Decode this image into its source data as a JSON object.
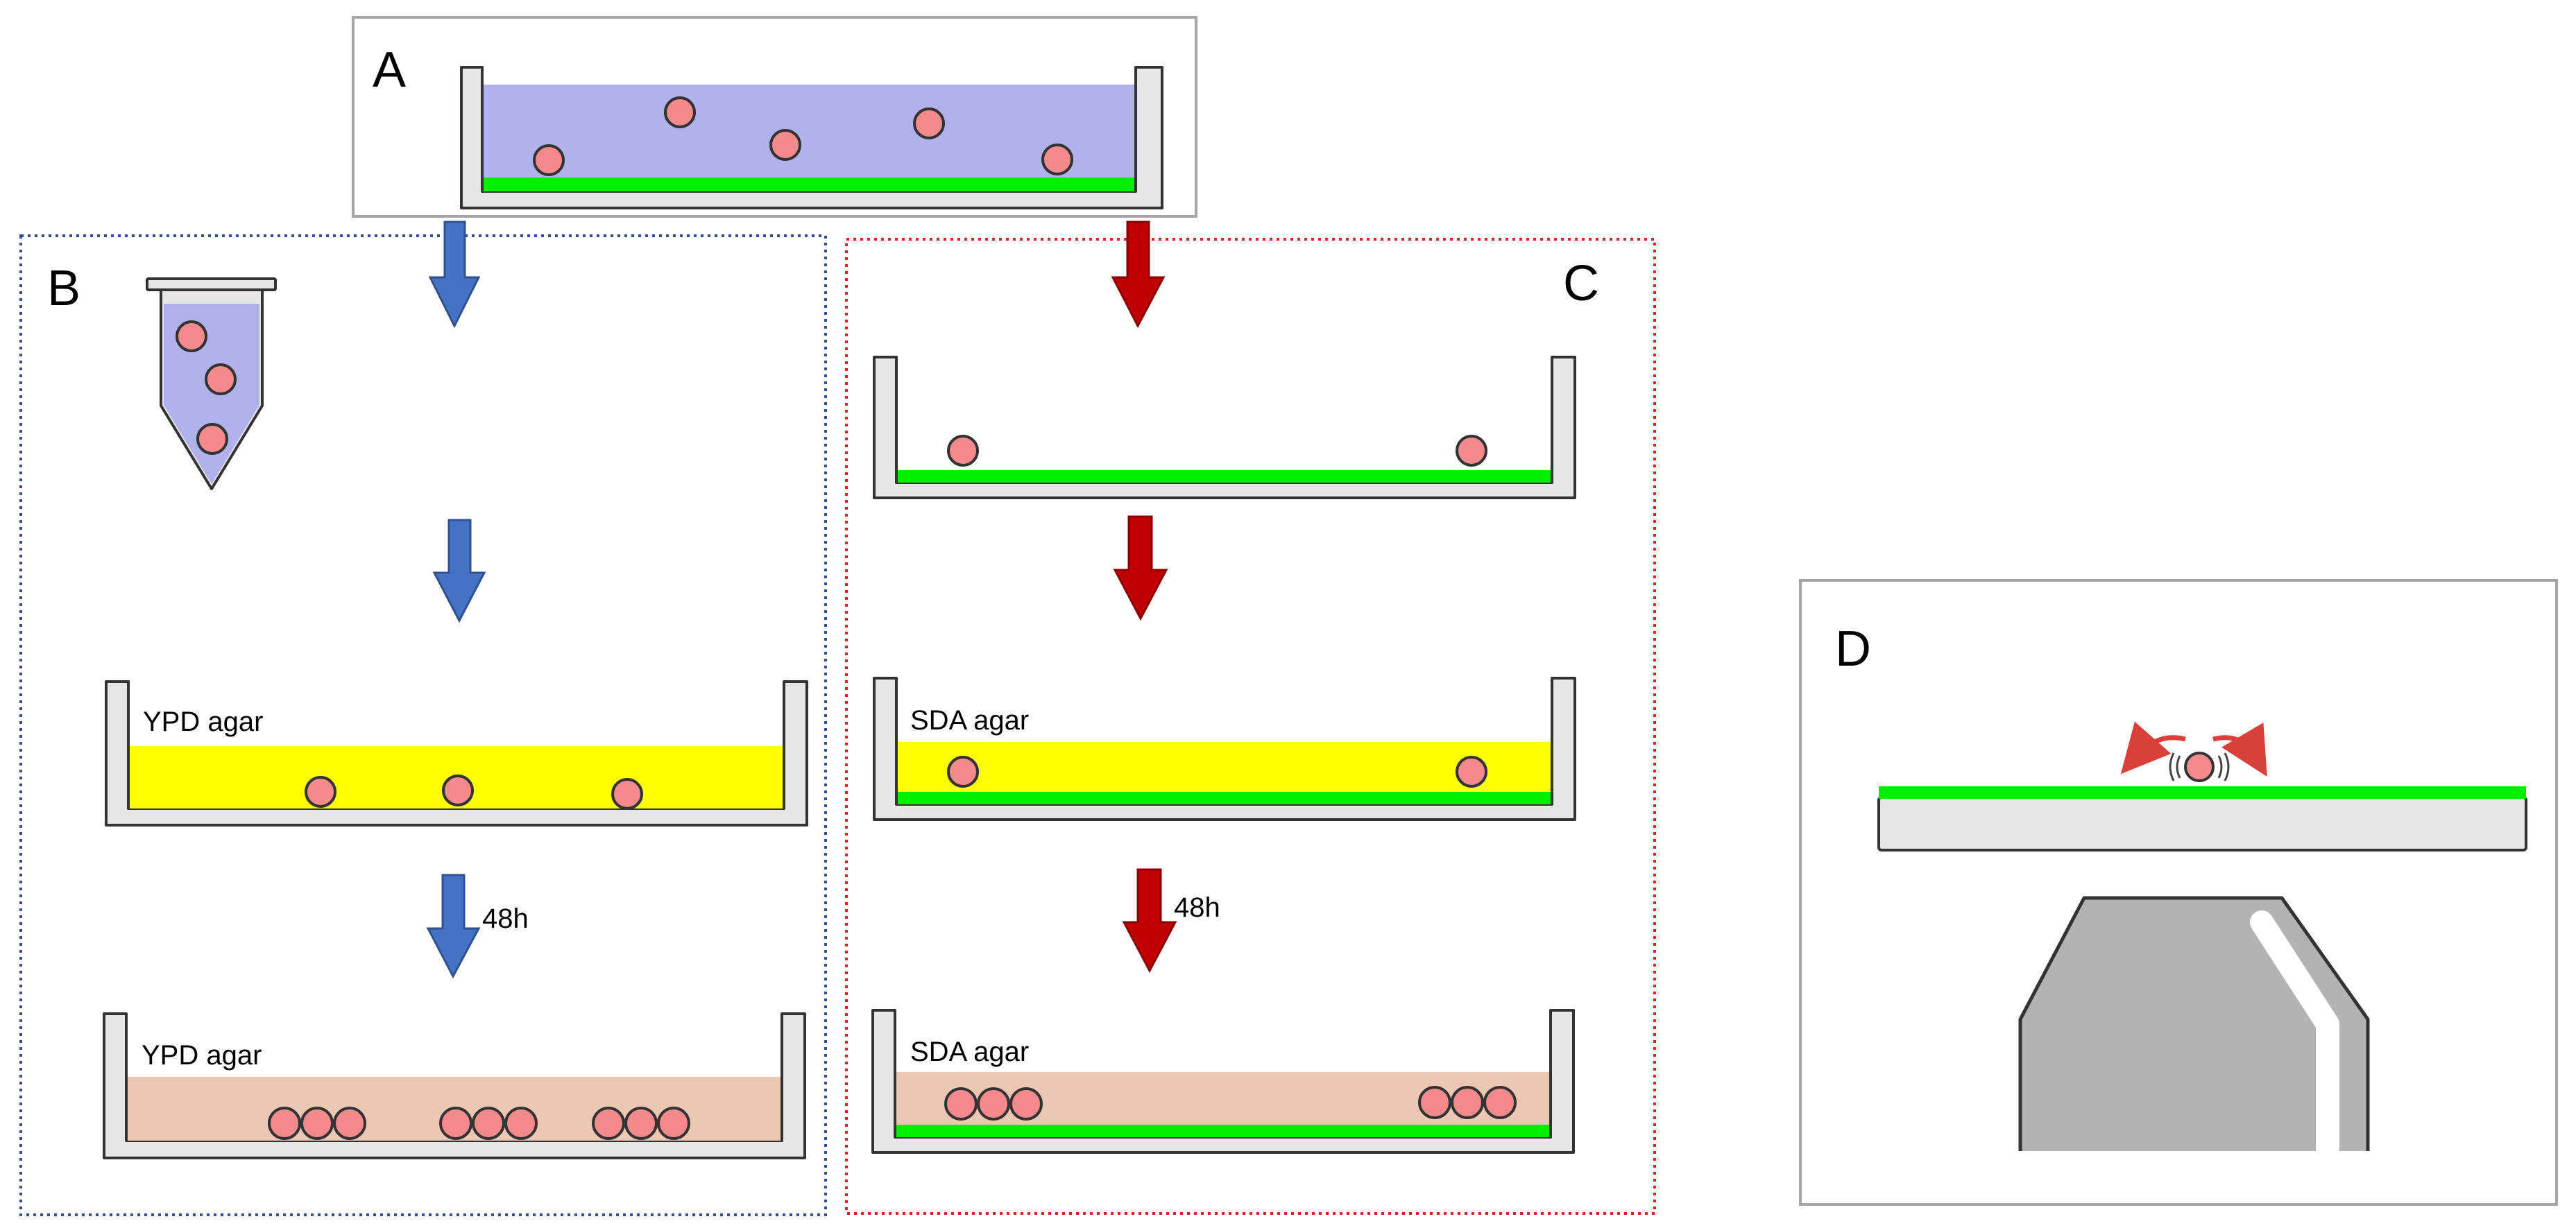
{
  "panels": {
    "A": {
      "label": "A"
    },
    "B": {
      "label": "B"
    },
    "C": {
      "label": "C"
    },
    "D": {
      "label": "D"
    }
  },
  "labels": {
    "ypd_agar": "YPD agar",
    "sda_agar": "SDA agar",
    "incubation_time": "48h"
  },
  "colors": {
    "liquid": "#b1b1ec",
    "biofilm": "#00ee00",
    "cell": "#f58a8a",
    "ypd_agar_fresh": "#ffff00",
    "agar_incubated": "#ecc8b4",
    "sda_agar_fresh": "#ffff00",
    "dish": "#e6e6e6",
    "arrow_b": "#4472c4",
    "arrow_c": "#c00000",
    "panel_b_border": "#2f4f8f",
    "panel_c_border": "#e02020",
    "panel_frame": "#a6a6a6",
    "objective": "#b3b3b3",
    "motion_arrows": "#d9403a"
  }
}
